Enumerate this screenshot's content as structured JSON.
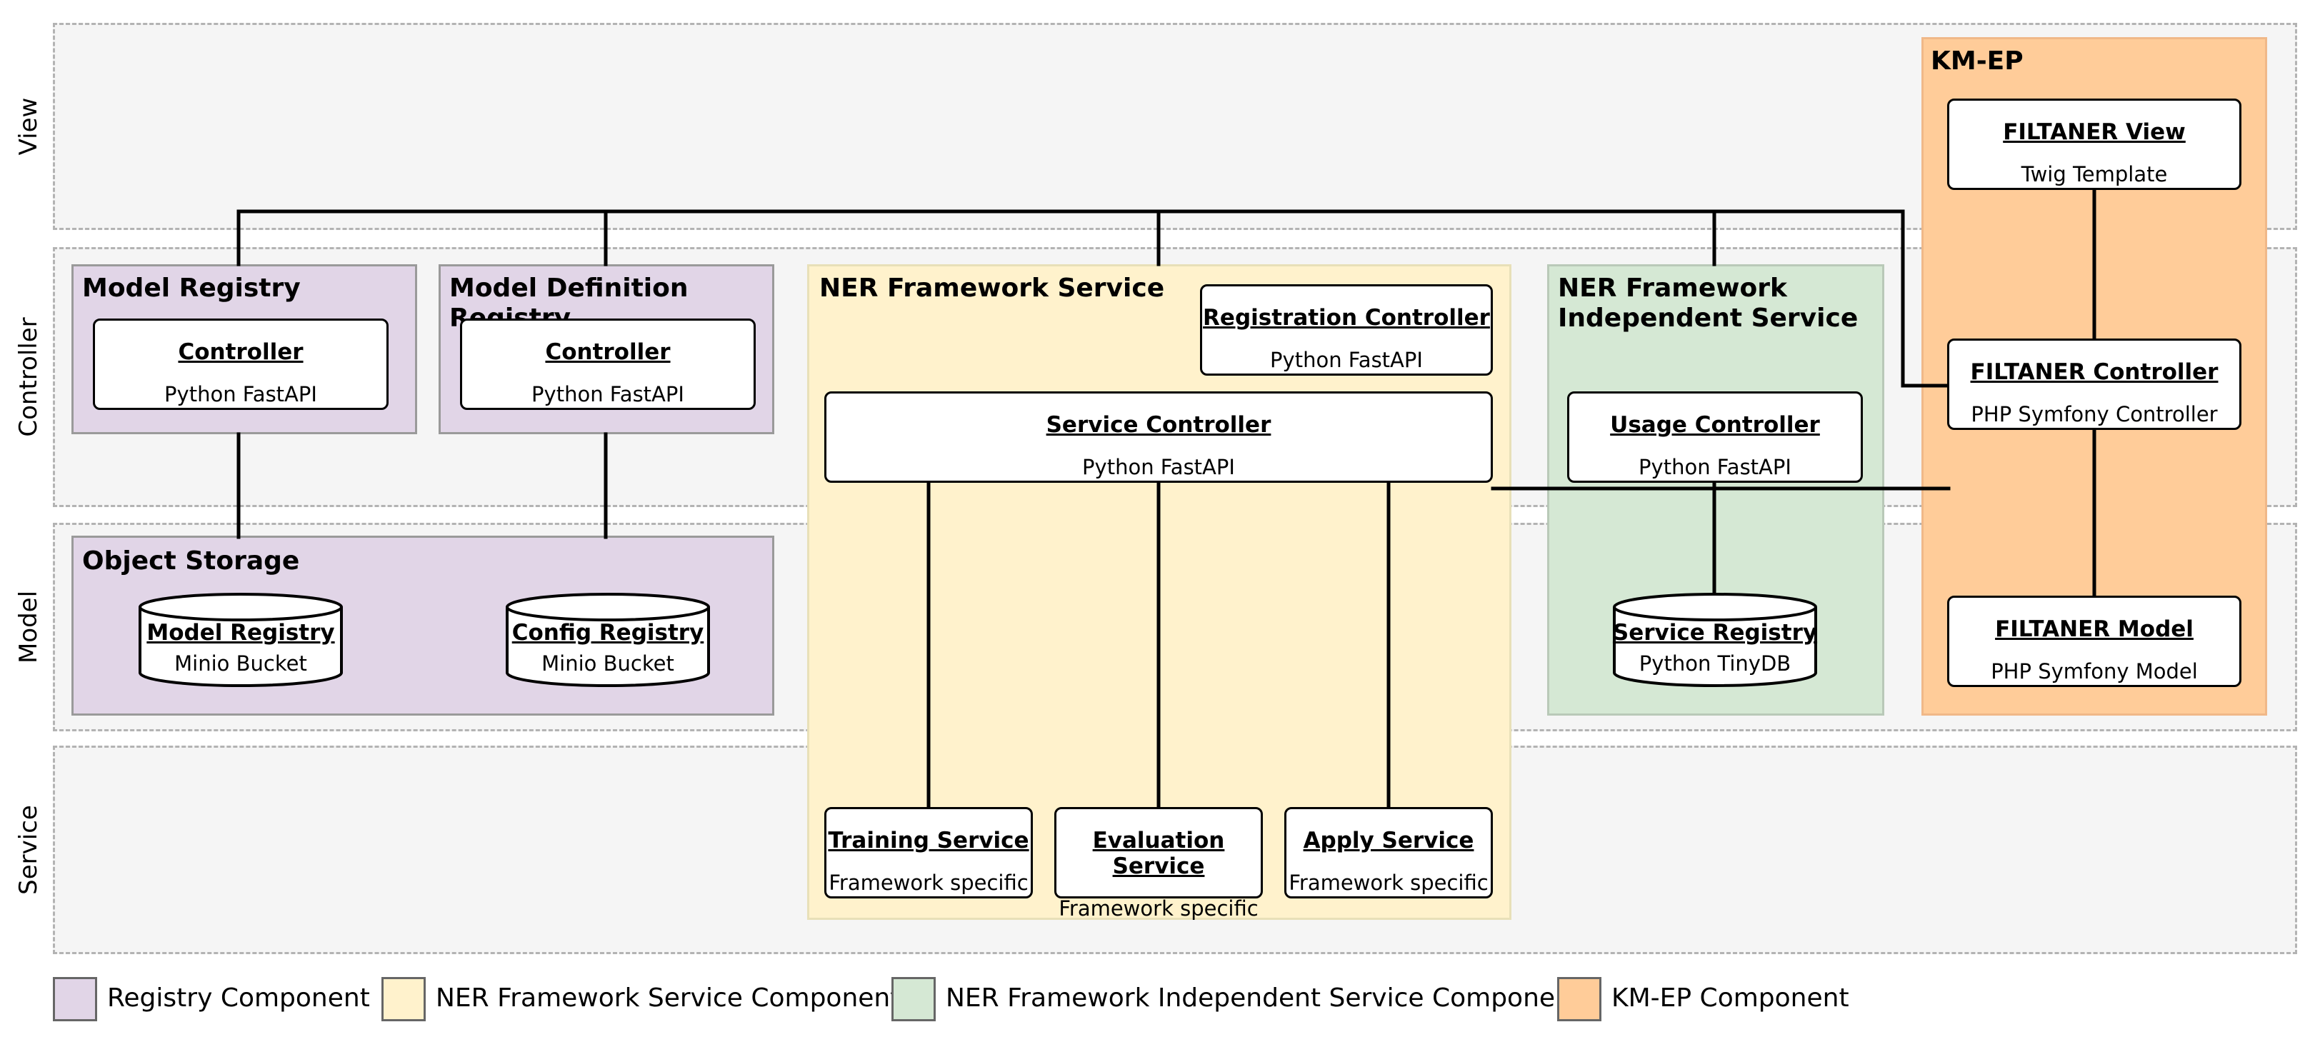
{
  "layers": {
    "view": "View",
    "controller": "Controller",
    "model": "Model",
    "service": "Service"
  },
  "regions": {
    "model_registry": "Model Registry",
    "model_definition_registry": "Model Definition Registry",
    "object_storage": "Object Storage",
    "ner_framework_service": "NER Framework Service",
    "ner_independent_service": "NER Framework\nIndependent Service",
    "kmep": "KM-EP"
  },
  "components": {
    "mr_controller": {
      "title": "Controller",
      "subtitle": "Python FastAPI"
    },
    "mdr_controller": {
      "title": "Controller",
      "subtitle": "Python FastAPI"
    },
    "registration_controller": {
      "title": "Registration Controller",
      "subtitle": "Python FastAPI"
    },
    "service_controller": {
      "title": "Service Controller",
      "subtitle": "Python FastAPI"
    },
    "usage_controller": {
      "title": "Usage Controller",
      "subtitle": "Python FastAPI"
    },
    "filtaner_view": {
      "title": "FILTANER View",
      "subtitle": "Twig Template"
    },
    "filtaner_controller": {
      "title": "FILTANER Controller",
      "subtitle": "PHP Symfony Controller"
    },
    "filtaner_model": {
      "title": "FILTANER Model",
      "subtitle": "PHP Symfony Model"
    },
    "training_service": {
      "title": "Training Service",
      "subtitle": "Framework specific"
    },
    "evaluation_service": {
      "title": "Evaluation Service",
      "subtitle": "Framework specific"
    },
    "apply_service": {
      "title": "Apply Service",
      "subtitle": "Framework specific"
    }
  },
  "storages": {
    "model_registry_bucket": {
      "title": "Model Registry",
      "subtitle": "Minio Bucket"
    },
    "config_registry_bucket": {
      "title": "Config Registry",
      "subtitle": "Minio Bucket"
    },
    "service_registry_db": {
      "title": "Service Registry",
      "subtitle": "Python TinyDB"
    }
  },
  "legend": [
    {
      "label": "Registry Component",
      "color": "#e1d5e7"
    },
    {
      "label": "NER Framework Service Component",
      "color": "#fff2cc"
    },
    {
      "label": "NER Framework Independent Service Component",
      "color": "#d5e8d4"
    },
    {
      "label": "KM-EP Component",
      "color": "#ffcc99"
    }
  ],
  "colors": {
    "registry": "#e1d5e7",
    "ner_service": "#fff2cc",
    "independent": "#d5e8d4",
    "kmep": "#ffcc99"
  }
}
